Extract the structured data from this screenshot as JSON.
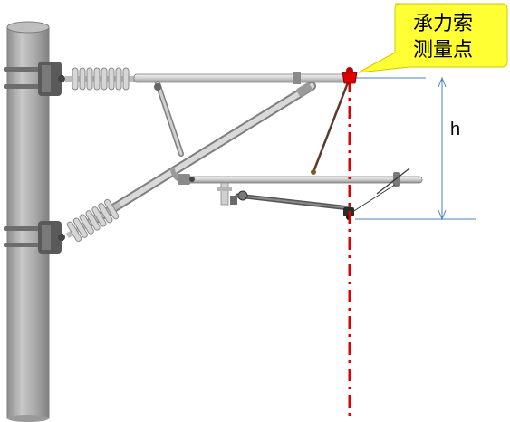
{
  "callout": {
    "line1": "承力索",
    "line2": "测量点",
    "fill_color": "#ffff33"
  },
  "dimension": {
    "label": "h",
    "line_color": "#4f81bd"
  },
  "reference_line": {
    "color": "#e00000",
    "style": "dash-dot"
  },
  "colors": {
    "pole": "#a6a6a6",
    "tube": "#d9d9d9",
    "insulator": "#c0c0c0",
    "clamp": "#555555",
    "measure_point": "#e00000"
  }
}
